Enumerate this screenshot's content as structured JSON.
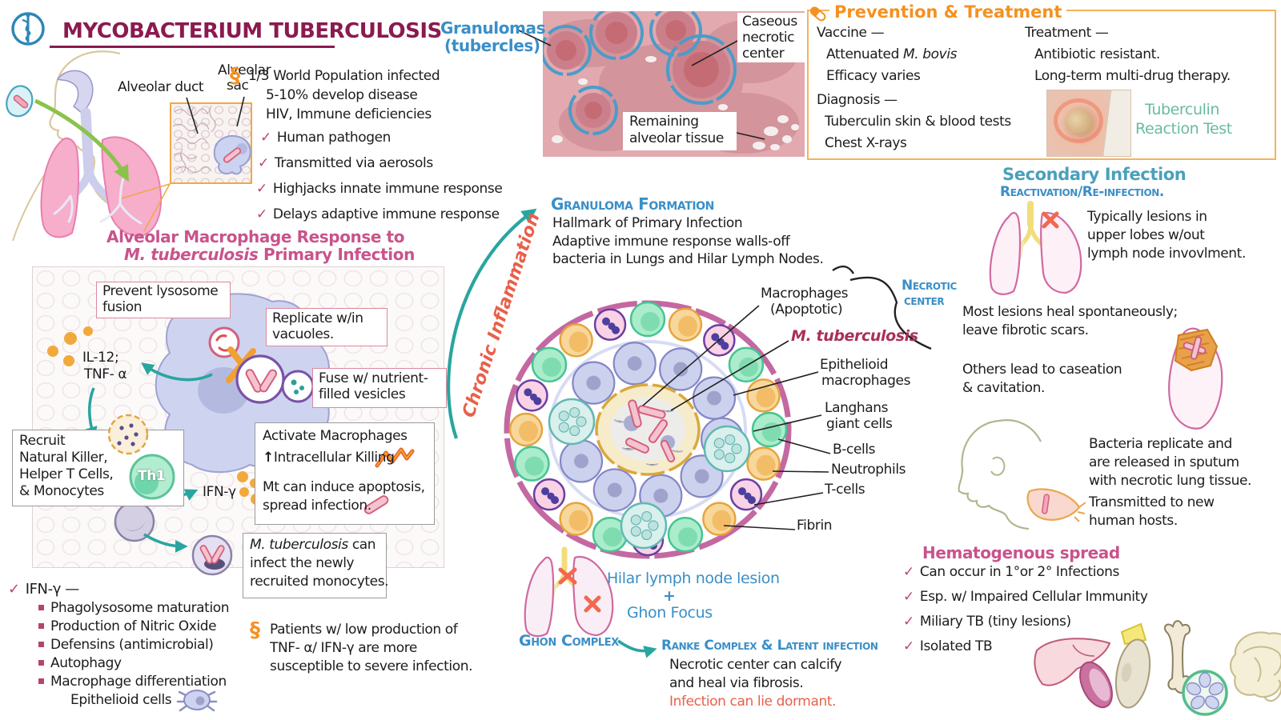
{
  "icons": {
    "check": "✓",
    "squiggle": "§",
    "up_arrow": "↑"
  },
  "colors": {
    "maroon_title": "#8b1a4f",
    "accent_pink": "#c9538b",
    "blue": "#3a8fc7",
    "teal_arrow": "#29a5a0",
    "orange": "#f59120",
    "red": "#e8604a",
    "mtb_red": "#a8305a",
    "teal_header": "#4aa0bc",
    "tuberculin_teal": "#68bba0"
  },
  "header": {
    "title": "MYCOBACTERIUM TUBERCULOSIS"
  },
  "intro": {
    "alveolar_duct": "Alveolar duct",
    "alveolar_sac_1": "Alveolar",
    "alveolar_sac_2": "sac",
    "facts": [
      "1/3 World Population infected",
      "5-10% develop disease",
      "HIV, Immune deficiencies"
    ],
    "checks": [
      "Human pathogen",
      "Transmitted via aerosols",
      "Highjacks innate immune response",
      "Delays adaptive immune response"
    ]
  },
  "histology": {
    "granulomas_1": "Granulomas",
    "granulomas_2": "(tubercles)",
    "caseous": [
      "Caseous",
      "necrotic",
      "center"
    ],
    "remaining": [
      "Remaining",
      "alveolar tissue"
    ]
  },
  "prevention": {
    "header": "Prevention & Treatment",
    "vaccine_title": "Vaccine —",
    "vaccine_pre": "Attenuated ",
    "vaccine_it": "M. bovis",
    "vaccine_line2": "Efficacy varies",
    "diagnosis_title": "Diagnosis —",
    "diagnosis_lines": [
      "Tuberculin skin & blood tests",
      "Chest X-rays"
    ],
    "treatment_title": "Treatment —",
    "treatment_lines": [
      "Antibiotic resistant.",
      "Long-term multi-drug therapy."
    ],
    "tuberculin": [
      "Tuberculin",
      "Reaction Test"
    ]
  },
  "macro": {
    "header_1": "Alveolar Macrophage Response to",
    "header_2_it": "M. tuberculosis",
    "header_2_rest": " Primary Infection",
    "prevent": [
      "Prevent lysosome",
      "fusion"
    ],
    "replicate": [
      "Replicate w/in",
      "vacuoles."
    ],
    "fuse": [
      "Fuse w/ nutrient-",
      "filled vesicles"
    ],
    "il12": "IL-12;",
    "tnfa": "TNF- α",
    "recruit": [
      "Recruit",
      "Natural Killer,",
      "Helper T Cells,",
      "& Monocytes"
    ],
    "th1": "Th1",
    "ifng": "IFN-γ",
    "activate_1": "Activate Macrophages",
    "activate_2": "Intracellular Killing",
    "activate_3": "Mt can induce apoptosis,",
    "activate_4": "spread infection.",
    "infect_1_it": "M. tuberculosis",
    "infect_1_rest": " can",
    "infect_2": "infect the newly",
    "infect_3": "recruited monocytes."
  },
  "ifn": {
    "title": "IFN-γ —",
    "items": [
      "Phagolysosome maturation",
      "Production of Nitric Oxide",
      "Defensins (antimicrobial)",
      "Autophagy",
      "Macrophage differentiation"
    ],
    "sub": "Epithelioid cells"
  },
  "patients": [
    "Patients w/ low production of",
    "TNF- α/ IFN-γ are more",
    "susceptible to severe infection."
  ],
  "granuloma": {
    "chronic": "Chronic Inflammation",
    "title": "Granuloma Formation",
    "line1": "Hallmark of Primary Infection",
    "line2": "Adaptive immune response walls-off",
    "line3": "bacteria in Lungs and Hilar Lymph Nodes.",
    "macrophages_1": "Macrophages",
    "macrophages_2": "(Apoptotic)",
    "necrotic_1": "Necrotic",
    "necrotic_2": "center",
    "mtb": "M. tuberculosis",
    "epithelioid_1": "Epithelioid",
    "epithelioid_2": "macrophages",
    "langhans_1": "Langhans",
    "langhans_2": "giant cells",
    "bcells": "B-cells",
    "neutrophils": "Neutrophils",
    "tcells": "T-cells",
    "fibrin": "Fibrin"
  },
  "ghon": {
    "hilar": "Hilar lymph node lesion",
    "plus": "+",
    "focus": "Ghon Focus",
    "complex": "Ghon Complex",
    "ranke": "Ranke Complex & Latent infection",
    "note1": "Necrotic center can calcify",
    "note2": "and heal via fibrosis.",
    "dormant": "Infection can lie dormant."
  },
  "secondary": {
    "title": "Secondary Infection",
    "subtitle": "Reactivation/Re-infection.",
    "lesions": [
      "Typically lesions in",
      "upper lobes w/out",
      "lymph node invovlment."
    ],
    "heal": [
      "Most lesions heal spontaneously;",
      "leave fibrotic scars."
    ],
    "caseation": [
      "Others lead to caseation",
      "& cavitation."
    ],
    "bacteria": [
      "Bacteria replicate and",
      "are released in sputum",
      "with necrotic lung tissue."
    ],
    "transmitted": [
      "Transmitted to new",
      "human hosts."
    ]
  },
  "hemato": {
    "title": "Hematogenous spread",
    "checks": [
      "Can occur in 1°or 2° Infections",
      "Esp. w/ Impaired Cellular Immunity",
      "Miliary TB (tiny lesions)",
      "Isolated TB"
    ]
  }
}
